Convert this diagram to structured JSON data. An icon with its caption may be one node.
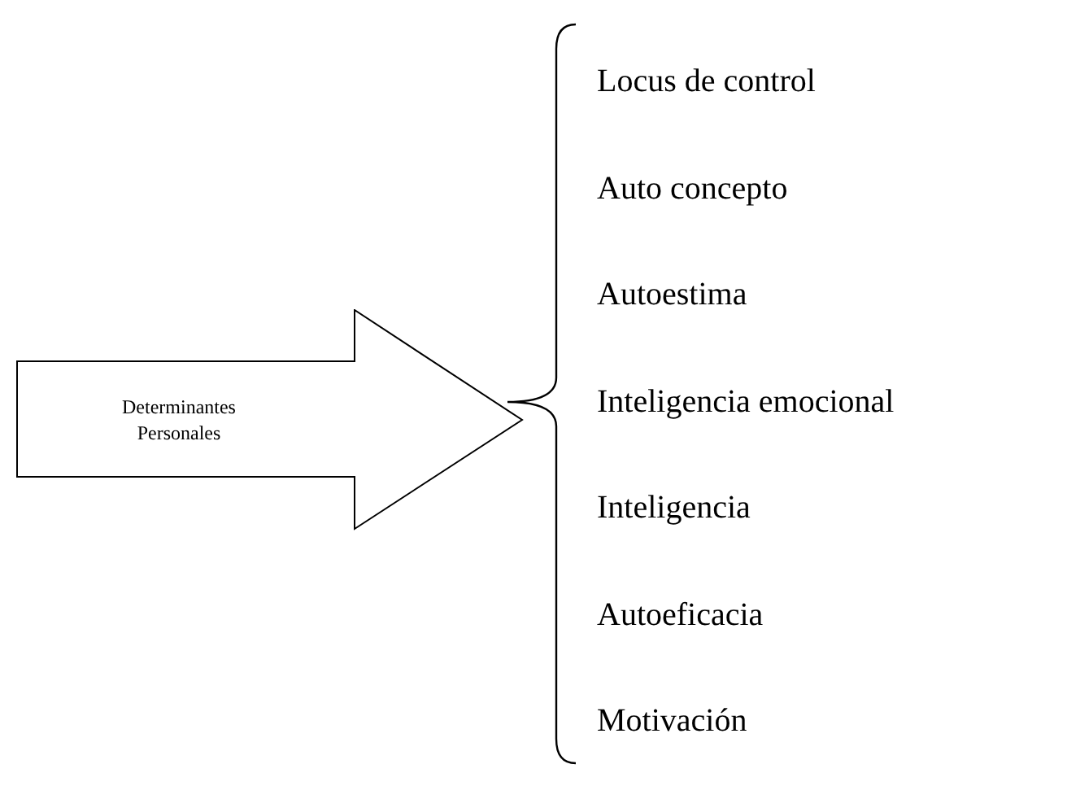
{
  "diagram": {
    "nodes": [
      {
        "text": [
          "Determinantes Personales"
        ]
      }
    ],
    "labels": [
      "Locus de control",
      "Auto concepto",
      "Autoestima",
      "Inteligencia emocional",
      "Inteligencia",
      "Autoeficacia",
      "Motivación"
    ]
  }
}
